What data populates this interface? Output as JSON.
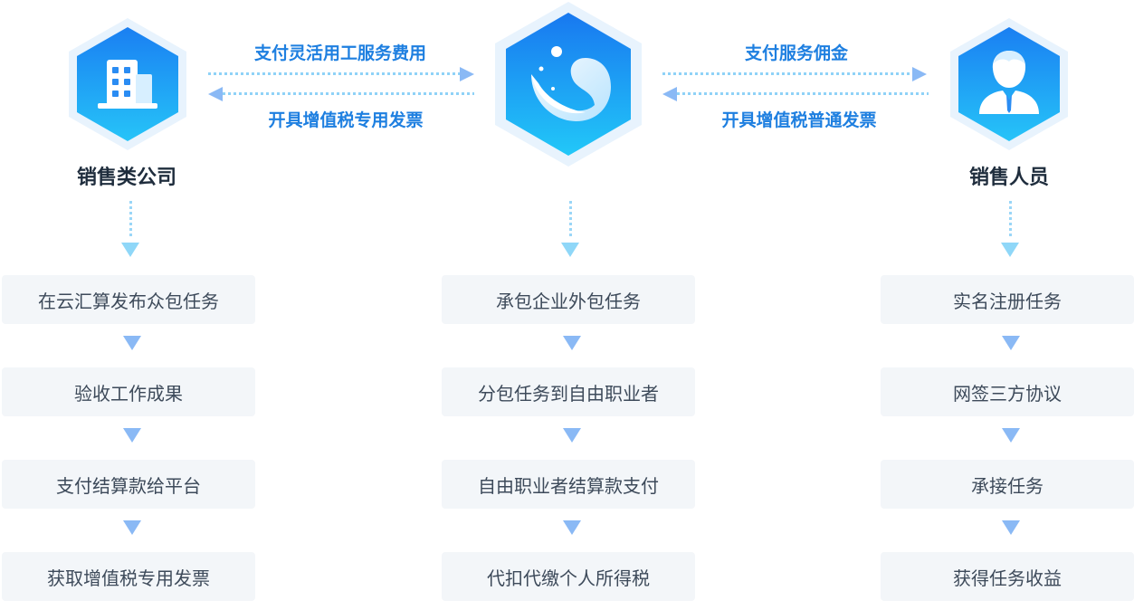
{
  "entities": {
    "company": "销售类公司",
    "salesperson": "销售人员"
  },
  "flows": {
    "left_top": "支付灵活用工服务费用",
    "left_bottom": "开具增值税专用发票",
    "right_top": "支付服务佣金",
    "right_bottom": "开具增值税普通发票"
  },
  "columns": [
    {
      "steps": [
        "在云汇算发布众包任务",
        "验收工作成果",
        "支付结算款给平台",
        "获取增值税专用发票"
      ]
    },
    {
      "steps": [
        "承包企业外包任务",
        "分包任务到自由职业者",
        "自由职业者结算款支付",
        "代扣代缴个人所得税"
      ]
    },
    {
      "steps": [
        "实名注册任务",
        "网签三方协议",
        "承接任务",
        "获得任务收益"
      ]
    }
  ],
  "colors": {
    "accent": "#1e7fe0",
    "hex_gradient_top": "#1a7ff2",
    "hex_gradient_bottom": "#23c6f7",
    "step_bg": "#f3f6f9",
    "arrow": "#8ab9f5"
  },
  "icons": {
    "company": "building-icon",
    "platform": "platform-logo-icon",
    "salesperson": "person-icon"
  }
}
